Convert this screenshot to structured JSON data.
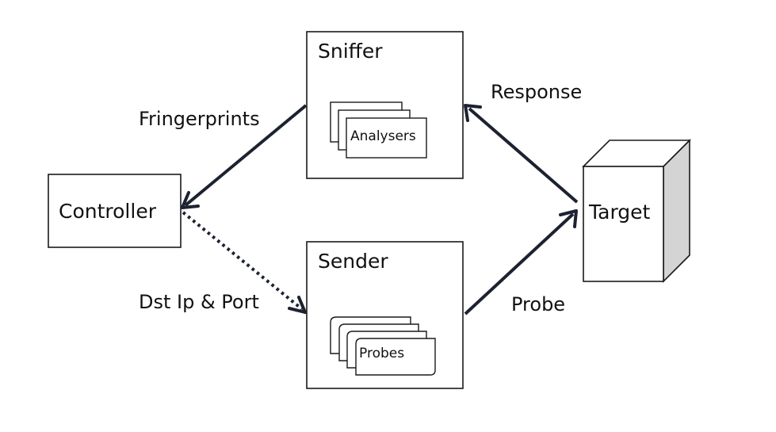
{
  "nodes": {
    "sniffer": {
      "title": "Sniffer",
      "inner_label": "Analysers"
    },
    "sender": {
      "title": "Sender",
      "inner_label": "Probes"
    },
    "controller": {
      "label": "Controller"
    },
    "target": {
      "label": "Target"
    }
  },
  "edges": {
    "fingerprints": "Fringerprints",
    "dst_ip_port": "Dst Ip & Port",
    "response": "Response",
    "probe": "Probe"
  },
  "colors": {
    "stroke": "#1a1a1a",
    "arrow": "#1c2230",
    "cube_side": "#d4d4d4"
  }
}
